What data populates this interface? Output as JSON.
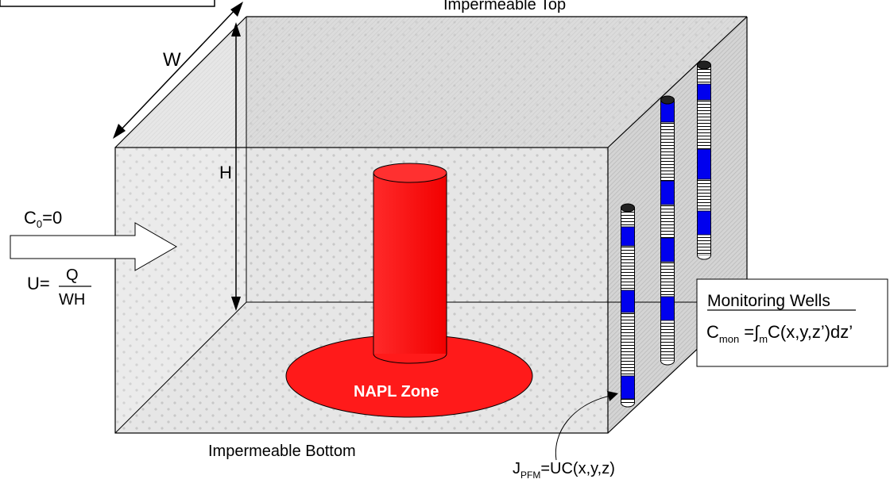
{
  "labels": {
    "top": "Impermeable Top",
    "bottom": "Impermeable Bottom",
    "width": "W",
    "height": "H",
    "napl": "NAPL Zone",
    "c0_main": "C",
    "c0_sub": "0",
    "c0_rest": "=0",
    "u_lhs": "U=",
    "u_num": "Q",
    "u_den": "WH",
    "monitoring_title": "Monitoring Wells",
    "cmon_main": "C",
    "cmon_sub": "mon",
    "cmon_eq": " =",
    "cmon_int": "∫",
    "cmon_int_sub": "m",
    "cmon_rest": "C(x,y,z’)dz’",
    "jpfm_main": "J",
    "jpfm_sub": "PFM",
    "jpfm_rest": "=UC(x,y,z)"
  },
  "colors": {
    "napl": "#ff1a1a",
    "screen": "#0000ee",
    "box_fill": "#e4e4e4",
    "line": "#000000"
  }
}
